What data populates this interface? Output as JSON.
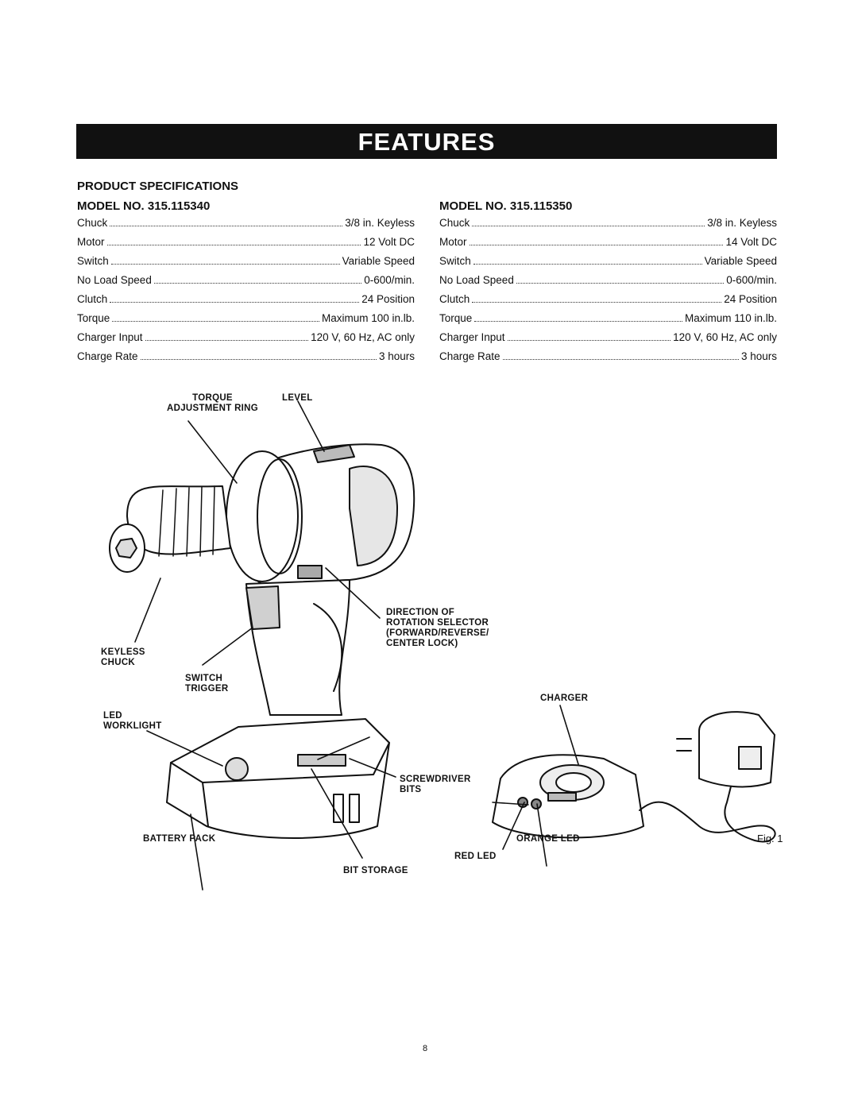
{
  "banner": {
    "title": "FEATURES"
  },
  "specs": {
    "section_title": "PRODUCT SPECIFICATIONS",
    "models": [
      {
        "model": "MODEL NO. 315.115340",
        "rows": [
          {
            "label": "Chuck",
            "value": "3/8 in. Keyless"
          },
          {
            "label": "Motor",
            "value": "12 Volt DC"
          },
          {
            "label": "Switch",
            "value": "Variable Speed"
          },
          {
            "label": "No Load Speed",
            "value": "0-600/min."
          },
          {
            "label": "Clutch",
            "value": "24 Position"
          },
          {
            "label": "Torque",
            "value": "Maximum 100 in.lb."
          },
          {
            "label": "Charger Input",
            "value": "120 V, 60 Hz, AC only"
          },
          {
            "label": "Charge Rate",
            "value": "3 hours"
          }
        ]
      },
      {
        "model": "MODEL NO. 315.115350",
        "rows": [
          {
            "label": "Chuck",
            "value": "3/8 in. Keyless"
          },
          {
            "label": "Motor",
            "value": "14 Volt DC"
          },
          {
            "label": "Switch",
            "value": "Variable Speed"
          },
          {
            "label": "No Load Speed",
            "value": "0-600/min."
          },
          {
            "label": "Clutch",
            "value": "24 Position"
          },
          {
            "label": "Torque",
            "value": "Maximum 110 in.lb."
          },
          {
            "label": "Charger Input",
            "value": "120 V, 60 Hz, AC only"
          },
          {
            "label": "Charge Rate",
            "value": "3 hours"
          }
        ]
      }
    ]
  },
  "figure": {
    "labels": {
      "torque_line1": "TORQUE",
      "torque_line2": "ADJUSTMENT RING",
      "level": "LEVEL",
      "direction_line1": "DIRECTION OF",
      "direction_line2": "ROTATION SELECTOR",
      "direction_line3": "(FORWARD/REVERSE/",
      "direction_line4": "CENTER LOCK)",
      "keyless_line1": "KEYLESS",
      "keyless_line2": "CHUCK",
      "switch_line1": "SWITCH",
      "switch_line2": "TRIGGER",
      "led_line1": "LED",
      "led_line2": "WORKLIGHT",
      "charger": "CHARGER",
      "screwdriver_line1": "SCREWDRIVER",
      "screwdriver_line2": "BITS",
      "bit_storage": "BIT STORAGE",
      "red_led": "RED LED",
      "battery_pack": "BATTERY PACK",
      "orange_led": "ORANGE LED"
    },
    "caption": "Fig. 1"
  },
  "page_number": "8"
}
